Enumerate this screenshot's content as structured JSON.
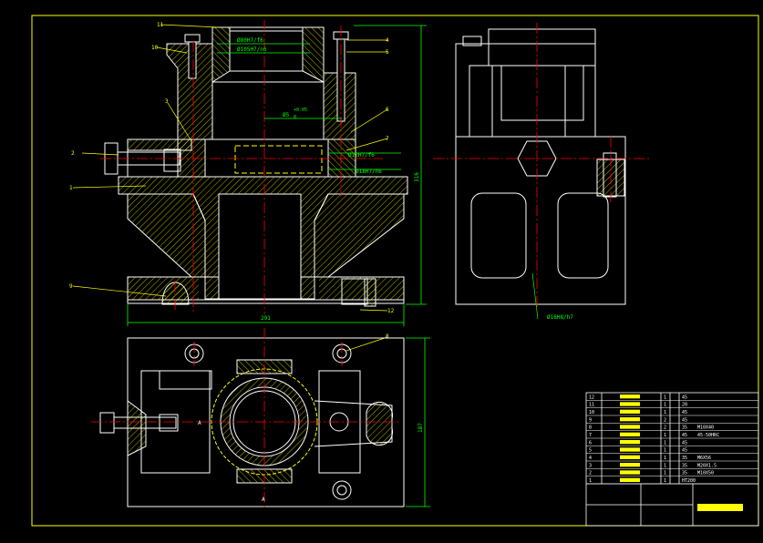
{
  "colors": {
    "background": "#000000",
    "outline": "#ffffff",
    "centerline": "#ff0000",
    "dimension": "#00ff00",
    "leader": "#ffff00",
    "hatch": "#ffff00",
    "title_accent": "#ffff00"
  },
  "balloons": [
    "11",
    "10",
    "3",
    "2",
    "1",
    "9",
    "4",
    "5",
    "6",
    "7",
    "8",
    "12"
  ],
  "dims": {
    "fit_top": "Ø80H7/f6",
    "fit_mid": "Ø105H7/n6",
    "bore": "Ø5",
    "tol_upper": "+0.05",
    "tol_lower": "0",
    "fit_pin": "Ø12H7/f6",
    "fit_bush": "Ø18H7/n6",
    "height": "316",
    "width": "291",
    "bottom_height": "187",
    "side_fit": "Ø16H8/h7",
    "section_marker": "A"
  },
  "bom": {
    "rows": [
      {
        "no": "12",
        "qty": "1",
        "mat": "45",
        "std": ""
      },
      {
        "no": "11",
        "qty": "1",
        "mat": "20",
        "std": ""
      },
      {
        "no": "10",
        "qty": "1",
        "mat": "45",
        "std": ""
      },
      {
        "no": "9",
        "qty": "2",
        "mat": "45",
        "std": ""
      },
      {
        "no": "8",
        "qty": "2",
        "mat": "35",
        "std": "M10X40"
      },
      {
        "no": "7",
        "qty": "1",
        "mat": "45",
        "std": "45-50HRC"
      },
      {
        "no": "6",
        "qty": "1",
        "mat": "45",
        "std": ""
      },
      {
        "no": "5",
        "qty": "1",
        "mat": "45",
        "std": ""
      },
      {
        "no": "4",
        "qty": "1",
        "mat": "35",
        "std": "M6X56"
      },
      {
        "no": "3",
        "qty": "1",
        "mat": "35",
        "std": "M20X1.5"
      },
      {
        "no": "2",
        "qty": "1",
        "mat": "35",
        "std": "M10X50"
      },
      {
        "no": "1",
        "qty": "1",
        "mat": "HT200",
        "std": ""
      }
    ]
  }
}
